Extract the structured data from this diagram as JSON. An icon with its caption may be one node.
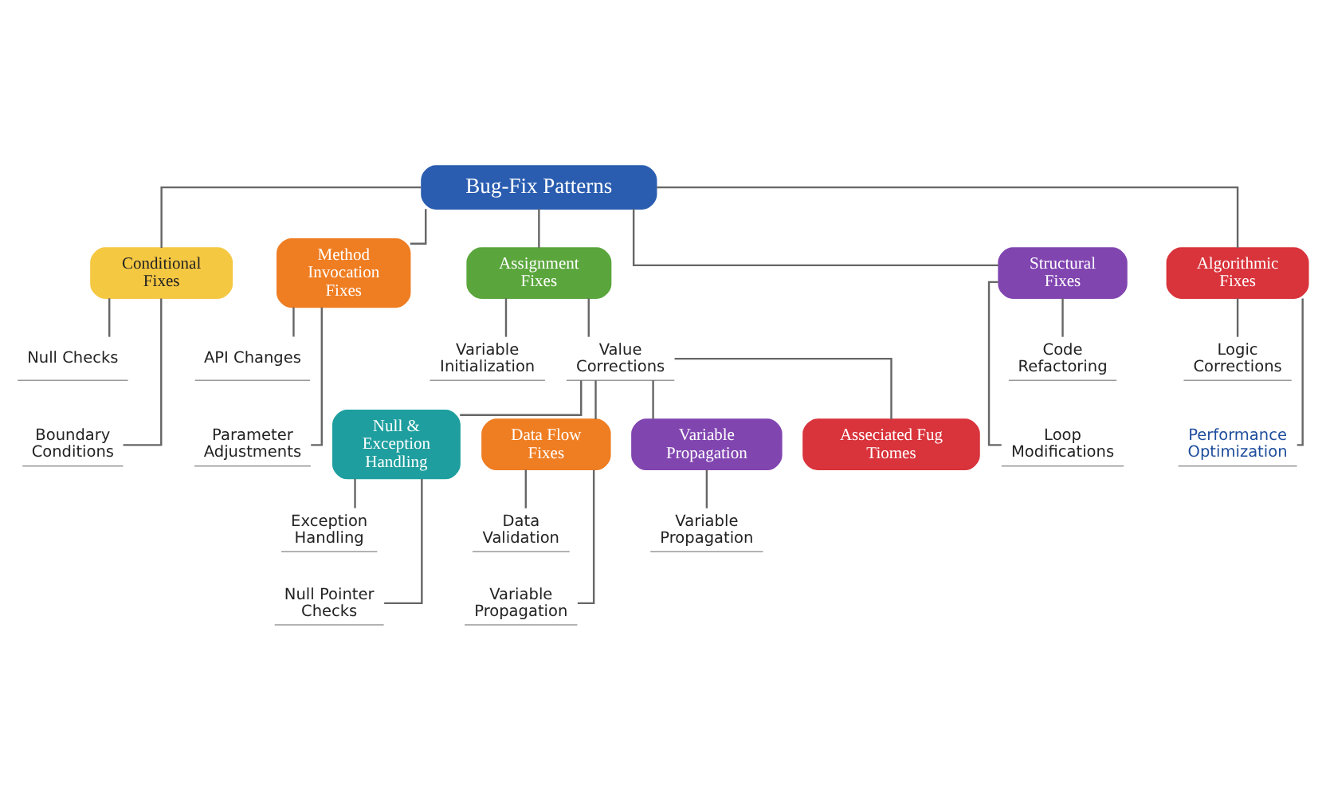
{
  "diagram": {
    "nodes": [
      {
        "text": [
          "Bug-Fix Patterns"
        ]
      },
      {
        "text": [
          "Conditional Fixes"
        ]
      },
      {
        "text": [
          "Method Invocation Fixes"
        ]
      },
      {
        "text": [
          "Assignment Fixes"
        ]
      },
      {
        "text": [
          "Structural Fixes"
        ]
      },
      {
        "text": [
          "Algorithmic Fixes"
        ]
      },
      {
        "text": [
          "Null Checks"
        ]
      },
      {
        "text": [
          "Boundary Conditions"
        ]
      },
      {
        "text": [
          "API Changes"
        ]
      },
      {
        "text": [
          "Parameter Adjustments"
        ]
      },
      {
        "text": [
          "Variable Initialization"
        ]
      },
      {
        "text": [
          "Value Corrections"
        ]
      },
      {
        "text": [
          "Code Refactoring"
        ]
      },
      {
        "text": [
          "Loop Modifications"
        ]
      },
      {
        "text": [
          "Logic Corrections"
        ]
      },
      {
        "text": [
          "Performance Optimization"
        ]
      },
      {
        "text": [
          "Null & Exception Handling"
        ]
      },
      {
        "text": [
          "Data Flow Fixes"
        ]
      },
      {
        "text": [
          "Variable Propagation"
        ]
      },
      {
        "text": [
          "Asseciated Fug Tiomes"
        ]
      },
      {
        "text": [
          "Exception Handling"
        ]
      },
      {
        "text": [
          "Null Pointer Checks"
        ]
      },
      {
        "text": [
          "Data Validation"
        ]
      },
      {
        "text": [
          "Variable Propagation"
        ]
      },
      {
        "text": [
          "Variable Propagation"
        ]
      }
    ],
    "edges": [
      {
        "from": 0,
        "to": 1,
        "arrow": "none"
      },
      {
        "from": 0,
        "to": 2,
        "arrow": "none"
      },
      {
        "from": 0,
        "to": 3,
        "arrow": "none"
      },
      {
        "from": 0,
        "to": 4,
        "arrow": "none"
      },
      {
        "from": 0,
        "to": 5,
        "arrow": "none"
      },
      {
        "from": 1,
        "to": 6,
        "arrow": "none"
      },
      {
        "from": 1,
        "to": 7,
        "arrow": "none"
      },
      {
        "from": 2,
        "to": 8,
        "arrow": "none"
      },
      {
        "from": 2,
        "to": 9,
        "arrow": "none"
      },
      {
        "from": 3,
        "to": 10,
        "arrow": "none"
      },
      {
        "from": 3,
        "to": 11,
        "arrow": "none"
      },
      {
        "from": 4,
        "to": 12,
        "arrow": "none"
      },
      {
        "from": 4,
        "to": 13,
        "arrow": "none"
      },
      {
        "from": 5,
        "to": 14,
        "arrow": "none"
      },
      {
        "from": 5,
        "to": 15,
        "arrow": "none"
      },
      {
        "from": 11,
        "to": 16,
        "arrow": "none"
      },
      {
        "from": 11,
        "to": 17,
        "arrow": "none"
      },
      {
        "from": 11,
        "to": 18,
        "arrow": "none"
      },
      {
        "from": 11,
        "to": 19,
        "arrow": "none"
      },
      {
        "from": 16,
        "to": 20,
        "arrow": "none"
      },
      {
        "from": 16,
        "to": 21,
        "arrow": "none"
      },
      {
        "from": 17,
        "to": 22,
        "arrow": "none"
      },
      {
        "from": 17,
        "to": 23,
        "arrow": "none"
      },
      {
        "from": 18,
        "to": 24,
        "arrow": "none"
      }
    ]
  }
}
